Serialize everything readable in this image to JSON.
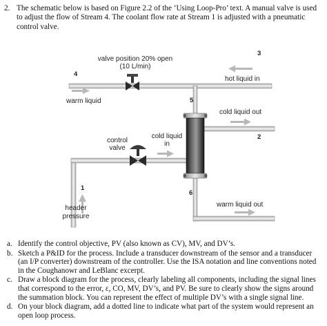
{
  "problem": {
    "number": "2.",
    "intro": "The schematic below is based on Figure 2.2 of the ‘Using Loop-Pro’ text.  A manual valve is used to adjust the flow of Stream 4.  The coolant flow rate at Stream 1 is adjusted with a pneumatic control valve."
  },
  "schematic": {
    "valve_label_line1": "valve position 20% open",
    "valve_label_line2": "(10 L/min)",
    "stream_4": "4",
    "warm_liquid": "warm liquid",
    "stream_3": "3",
    "hot_liquid_in": "hot liquid in",
    "stream_5": "5",
    "cold_liquid_out": "cold liquid out",
    "stream_2": "2",
    "control_valve_line1": "control",
    "control_valve_line2": "valve",
    "cold_liquid_in_line1": "cold liquid",
    "cold_liquid_in_line2": "in",
    "stream_1": "1",
    "stream_6": "6",
    "header_pressure_line1": "header",
    "header_pressure_line2": "pressure",
    "warm_liquid_out": "warm liquid out"
  },
  "questions": [
    {
      "label": "a.",
      "text": "Identify the control objective, PV (also known as CV), MV, and DV’s."
    },
    {
      "label": "b.",
      "text": "Sketch a P&ID for the process.  Include a transducer downstream of the sensor and a transducer (an I/P converter) downstream of the controller.  Use the ISA notation and line conventions noted in the Coughanowr and LeBlanc excerpt."
    },
    {
      "label": "c.",
      "text": "Draw a block diagram for the process, clearly labeling all components, including the signal lines that correspond to the error, ε, CO, MV, DV’s, and PV.  Be sure to clearly show the signs around the summation block.  You can represent the effect of multiple DV’s with a single signal line."
    },
    {
      "label": "d.",
      "text": "On your block diagram, add a dotted line to indicate what part of the system would represent an open loop process."
    }
  ]
}
